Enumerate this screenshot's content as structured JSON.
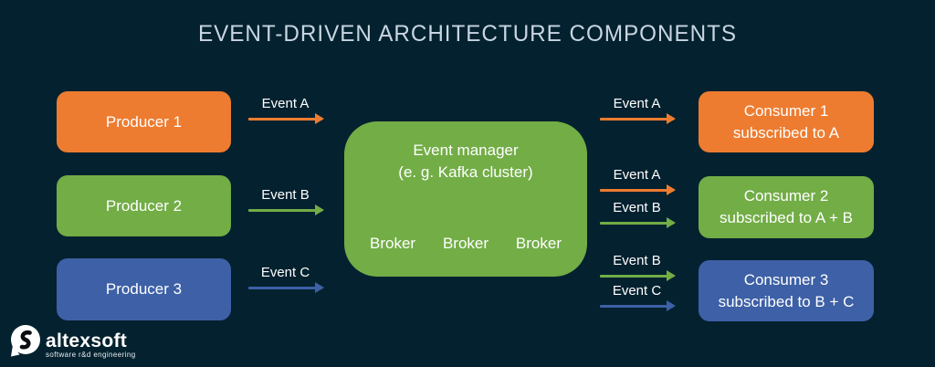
{
  "title": "EVENT-DRIVEN ARCHITECTURE COMPONENTS",
  "palette": {
    "background": "#04212f",
    "orange": "#ed7c30",
    "green": "#72ad46",
    "blue": "#3d60a6",
    "title_text": "#c8d6e2",
    "node_text": "#ffffff"
  },
  "producers": [
    {
      "label": "Producer 1",
      "color": "#ed7c30"
    },
    {
      "label": "Producer 2",
      "color": "#72ad46"
    },
    {
      "label": "Producer 3",
      "color": "#3d60a6"
    }
  ],
  "event_manager": {
    "line1": "Event manager",
    "line2": "(e. g. Kafka cluster)",
    "brokers": [
      "Broker",
      "Broker",
      "Broker"
    ],
    "color": "#72ad46"
  },
  "consumers": [
    {
      "line1": "Consumer 1",
      "line2": "subscribed to A",
      "color": "#ed7c30"
    },
    {
      "line1": "Consumer 2",
      "line2": "subscribed to A + B",
      "color": "#72ad46"
    },
    {
      "line1": "Consumer 3",
      "line2": "subscribed to B + C",
      "color": "#3d60a6"
    }
  ],
  "producer_arrows": [
    {
      "label": "Event A",
      "color": "#ed7c30"
    },
    {
      "label": "Event B",
      "color": "#72ad46"
    },
    {
      "label": "Event C",
      "color": "#3d60a6"
    }
  ],
  "consumer_arrows": [
    {
      "label": "Event A",
      "color": "#ed7c30"
    },
    {
      "label": "Event A",
      "color": "#ed7c30"
    },
    {
      "label": "Event B",
      "color": "#72ad46"
    },
    {
      "label": "Event B",
      "color": "#72ad46"
    },
    {
      "label": "Event C",
      "color": "#3d60a6"
    }
  ],
  "logo": {
    "name": "altexsoft",
    "tagline": "software r&d engineering"
  }
}
